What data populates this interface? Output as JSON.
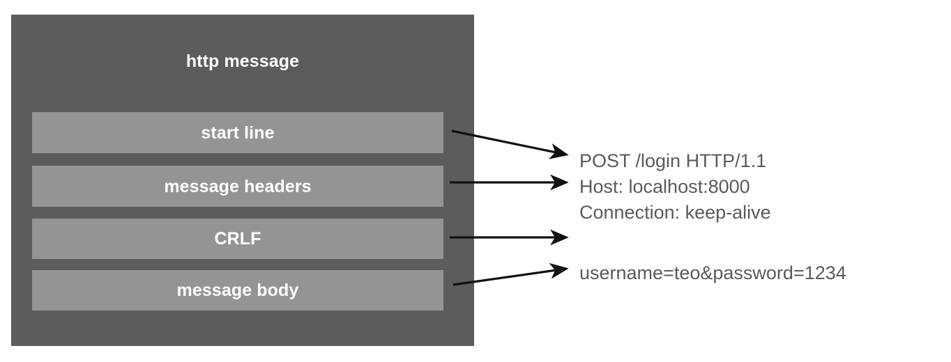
{
  "diagram": {
    "title": "http message",
    "container_color": "#5c5c5c",
    "bar_color": "#949494",
    "label_color": "#ffffff",
    "text_color": "#5a5a5a",
    "background_color": "#ffffff",
    "parts": [
      {
        "id": "start-line",
        "label": "start line"
      },
      {
        "id": "message-headers",
        "label": "message headers"
      },
      {
        "id": "crlf",
        "label": "CRLF"
      },
      {
        "id": "message-body",
        "label": "message body"
      }
    ],
    "arrows": [
      {
        "id": "arrow-start-line",
        "from_part": "start line",
        "to_line": "POST /login HTTP/1.1",
        "direction": "down-right"
      },
      {
        "id": "arrow-message-headers",
        "from_part": "message headers",
        "to_line": "Host: localhost:8000",
        "direction": "right"
      },
      {
        "id": "arrow-crlf",
        "from_part": "CRLF",
        "to_line": "",
        "direction": "right"
      },
      {
        "id": "arrow-message-body",
        "from_part": "message body",
        "to_line": "username=teo&password=1234",
        "direction": "up-right"
      }
    ],
    "raw_message": {
      "head_lines": [
        "POST /login HTTP/1.1",
        "Host: localhost:8000",
        "Connection: keep-alive"
      ],
      "body_lines": [
        "username=teo&password=1234"
      ]
    }
  }
}
